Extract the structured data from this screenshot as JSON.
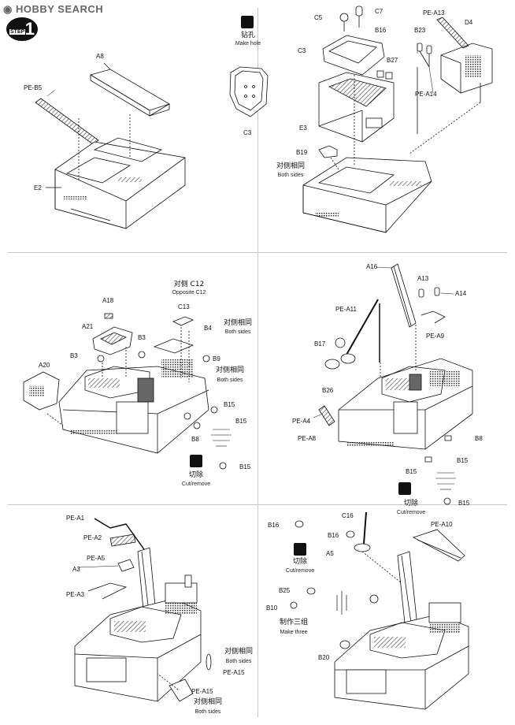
{
  "header": {
    "brand": "HOBBY SEARCH",
    "step_label": "STEP",
    "step_number": "1"
  },
  "panel_top_left": {
    "parts": {
      "a8": "A8",
      "pe_b5": "PE-B5",
      "e2": "E2"
    }
  },
  "panel_top_middle": {
    "icon_cn": "钻孔",
    "icon_en": "Make hole",
    "part": "C3"
  },
  "panel_top_right": {
    "parts": {
      "c5": "C5",
      "c7": "C7",
      "b16": "B16",
      "c3": "C3",
      "b27": "B27",
      "e3": "E3",
      "pe_a13": "PE-A13",
      "b23": "B23",
      "d4": "D4",
      "pe_a14": "PE-A14",
      "b19": "B19"
    },
    "note_cn": "对侧相同",
    "note_en": "Both sides"
  },
  "panel_mid_left": {
    "parts": {
      "opp_c12": "Opposite C12",
      "c13": "C13",
      "a18": "A18",
      "b4": "B4",
      "a21": "A21",
      "b3_right": "B3",
      "b3_left": "B3",
      "b9": "B9",
      "a20": "A20",
      "b15_a": "B15",
      "b15_b": "B15",
      "b8": "B8",
      "b15_c": "B15"
    },
    "opp_cn": "对侧 C12",
    "note1_cn": "对侧相同",
    "note1_en": "Both sides",
    "note2_cn": "对侧相同",
    "note2_en": "Both sides",
    "cut_cn": "切除",
    "cut_en": "Cut/remove"
  },
  "panel_mid_right": {
    "parts": {
      "a16": "A16",
      "a13": "A13",
      "a14": "A14",
      "pe_a11": "PE-A11",
      "pe_a9": "PE-A9",
      "b17": "B17",
      "b26": "B26",
      "pe_a4": "PE-A4",
      "pe_a8": "PE-A8",
      "b8": "B8",
      "b15_a": "B15",
      "b15_b": "B15",
      "b15_c": "B15"
    },
    "cut_cn": "切除",
    "cut_en": "Cut/remove"
  },
  "panel_bottom_left": {
    "parts": {
      "pe_a1": "PE-A1",
      "pe_a2": "PE-A2",
      "pe_a5": "PE-A5",
      "a3": "A3",
      "pe_a3": "PE-A3",
      "pe_a15_a": "PE-A15",
      "pe_a15_b": "PE-A15"
    },
    "note1_cn": "对侧相同",
    "note1_en": "Both sides",
    "note2_cn": "对侧相同",
    "note2_en": "Both sides"
  },
  "panel_bottom_right": {
    "parts": {
      "b16_top": "B16",
      "c16": "C16",
      "b16": "B16",
      "a5": "A5",
      "pe_a10": "PE-A10",
      "b25": "B25",
      "b10": "B10",
      "b20": "B20"
    },
    "cut_cn": "切除",
    "cut_en": "Cut/remove",
    "make_cn": "制作三组",
    "make_en": "Make three"
  },
  "colors": {
    "ink": "#111111",
    "grid": "#c8c8c8",
    "hatch": "#555555",
    "brand": "#666666"
  },
  "icons": {
    "make_hole": "drill-icon",
    "cut": "cut-icon",
    "step": "step-badge"
  }
}
